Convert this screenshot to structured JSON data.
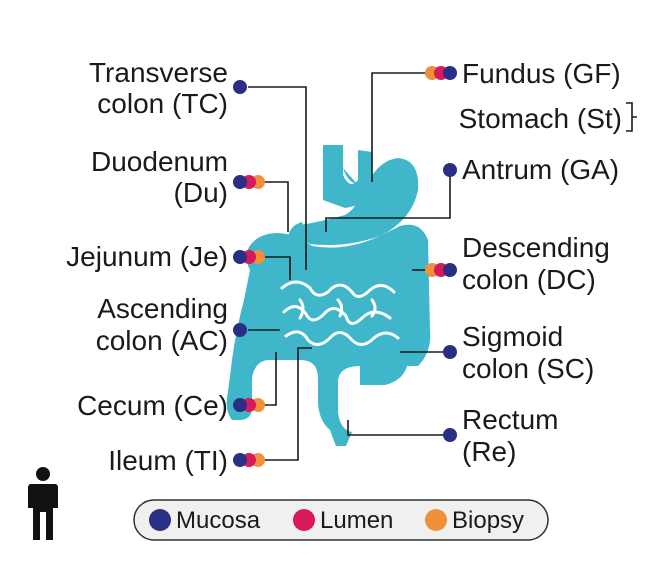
{
  "colors": {
    "mucosa": "#2a2f86",
    "lumen": "#d61a5a",
    "biopsy": "#f0913a",
    "organ": "#3fb6c9"
  },
  "labels": {
    "transverse_colon": [
      "Transverse",
      "colon (TC)"
    ],
    "duodenum": [
      "Duodenum",
      "(Du)"
    ],
    "jejunum": "Jejunum (Je)",
    "ascending_colon": [
      "Ascending",
      "colon (AC)"
    ],
    "cecum": "Cecum (Ce)",
    "ileum": "Ileum (TI)",
    "fundus": "Fundus (GF)",
    "stomach": "Stomach (St)",
    "antrum": "Antrum (GA)",
    "descending_colon": [
      "Descending",
      "colon (DC)"
    ],
    "sigmoid_colon": [
      "Sigmoid",
      "colon (SC)"
    ],
    "rectum": [
      "Rectum",
      "(Re)"
    ]
  },
  "legend": {
    "mucosa": "Mucosa",
    "lumen": "Lumen",
    "biopsy": "Biopsy"
  },
  "icons": {
    "person": "person-icon"
  }
}
